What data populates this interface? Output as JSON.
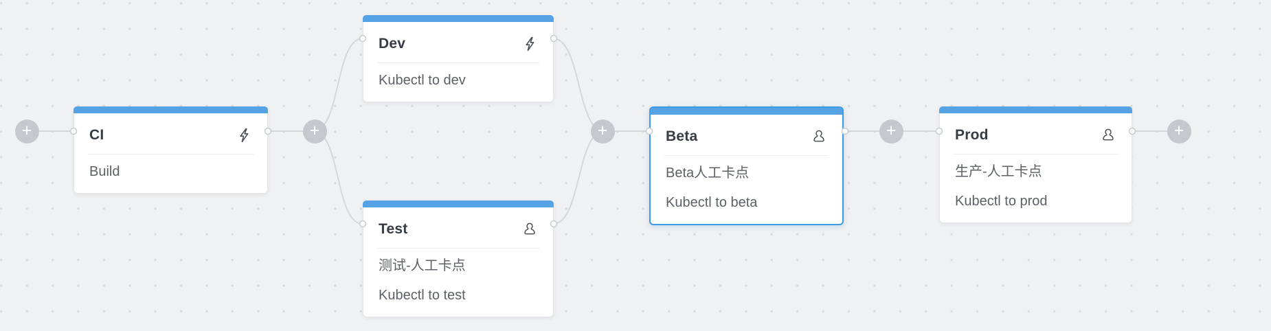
{
  "app": {
    "view": "pipeline-editor-canvas"
  },
  "icons": {
    "plus": "+"
  },
  "colors": {
    "canvas_bg": "#f0f1f3",
    "dot": "#d8dade",
    "edge": "#d4d7da",
    "accent": "#55a2e4",
    "selected_border": "#3d9be5",
    "plus_bg": "#c5c9ce",
    "title_text": "#363b44",
    "item_text": "#5c6066"
  },
  "stages": [
    {
      "id": "ci",
      "title": "CI",
      "trigger_icon": "lightning-icon",
      "items": [
        "Build"
      ],
      "selected": false
    },
    {
      "id": "dev",
      "title": "Dev",
      "trigger_icon": "lightning-icon",
      "items": [
        "Kubectl to dev"
      ],
      "selected": false
    },
    {
      "id": "test",
      "title": "Test",
      "trigger_icon": "user-icon",
      "items": [
        "测试-人工卡点",
        "Kubectl to test"
      ],
      "selected": false
    },
    {
      "id": "beta",
      "title": "Beta",
      "trigger_icon": "user-icon",
      "items": [
        "Beta人工卡点",
        "Kubectl to beta"
      ],
      "selected": true
    },
    {
      "id": "prod",
      "title": "Prod",
      "trigger_icon": "user-icon",
      "items": [
        "生产-人工卡点",
        "Kubectl to prod"
      ],
      "selected": false
    }
  ]
}
